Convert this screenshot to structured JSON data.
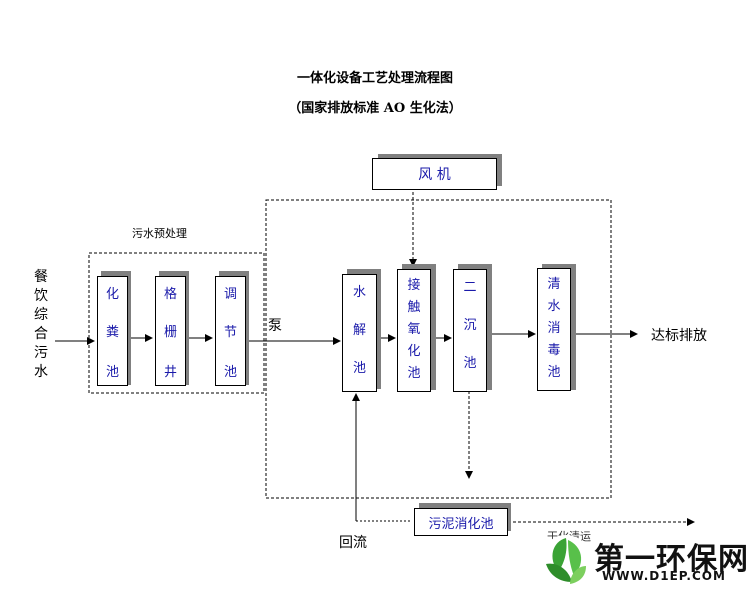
{
  "title": "一体化设备工艺处理流程图",
  "subtitle": "（国家排放标准 AO 生化法）",
  "labels": {
    "pretreatment": "污水预处理",
    "inflow": "餐饮综合污水",
    "pump": "泵",
    "discharge": "达标排放",
    "reflux": "回流",
    "sludge_outflow": "干化清运"
  },
  "nodes": {
    "fan": "风 机",
    "septic": [
      "化",
      "粪",
      "池"
    ],
    "grille": [
      "格",
      "栅",
      "井"
    ],
    "regulate": [
      "调",
      "节",
      "池"
    ],
    "hydrolysis": [
      "水",
      "解",
      "池"
    ],
    "contact_oxidation": [
      "接",
      "触",
      "氧",
      "化",
      "池"
    ],
    "secondary_settling": [
      "二",
      "沉",
      "池"
    ],
    "disinfection": [
      "清",
      "水",
      "消",
      "毒",
      "池"
    ],
    "sludge_digest": "污泥消化池"
  },
  "watermark": {
    "brand": "第一环保网",
    "url": "WWW.D1EP.COM"
  },
  "colors": {
    "node_text": "#1a1aaa",
    "shadow": "#808080",
    "watermark": "#111111",
    "leaf_green": "#3aa335"
  }
}
